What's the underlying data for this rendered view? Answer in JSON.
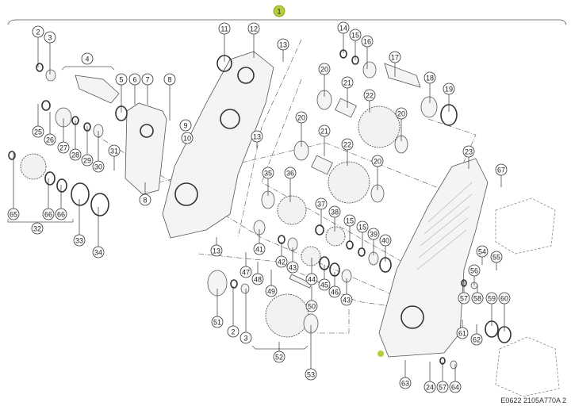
{
  "diagram": {
    "assembly_callout": "1",
    "highlight_color": "#b5cf3a",
    "caption": "E0622 2105A770A 2",
    "callouts": [
      "1",
      "2",
      "3",
      "4",
      "5",
      "6",
      "7",
      "8",
      "9",
      "10",
      "11",
      "12",
      "13",
      "13",
      "14",
      "15",
      "16",
      "17",
      "18",
      "19",
      "20",
      "21",
      "22",
      "20",
      "20",
      "21",
      "22",
      "20",
      "23",
      "67",
      "25",
      "26",
      "27",
      "28",
      "29",
      "30",
      "31",
      "8",
      "65",
      "32",
      "66",
      "66",
      "33",
      "34",
      "35",
      "36",
      "37",
      "38",
      "15",
      "15",
      "39",
      "40",
      "41",
      "42",
      "43",
      "44",
      "45",
      "46",
      "43",
      "13",
      "47",
      "48",
      "49",
      "50",
      "51",
      "2",
      "3",
      "52",
      "53",
      "54",
      "55",
      "56",
      "57",
      "58",
      "59",
      "60",
      "61",
      "62",
      "63",
      "24",
      "57",
      "64"
    ]
  }
}
